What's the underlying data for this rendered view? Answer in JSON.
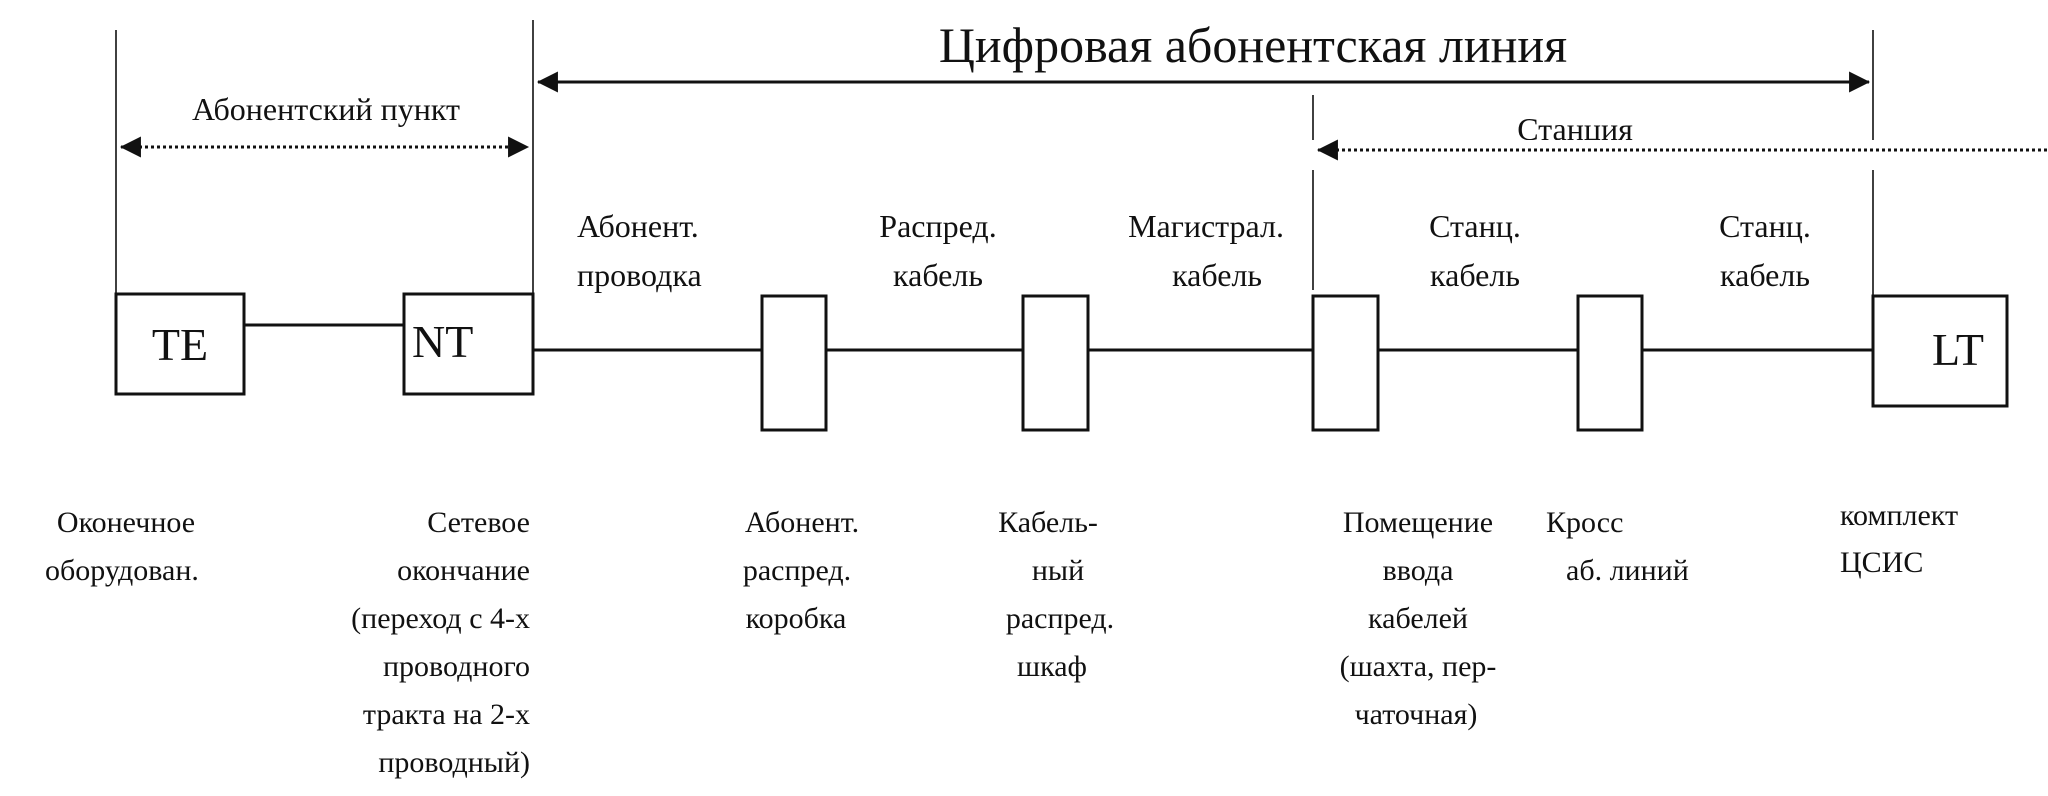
{
  "spans": {
    "digital_line": "Цифровая абонентская линия",
    "subscriber_point": "Абонентский пункт",
    "station": "Станция"
  },
  "segments": [
    {
      "line1": "Абонент.",
      "line2": "проводка"
    },
    {
      "line1": "Распред.",
      "line2": "кабель"
    },
    {
      "line1": "Магистрал.",
      "line2": "кабель"
    },
    {
      "line1": "Станц.",
      "line2": "кабель"
    },
    {
      "line1": "Станц.",
      "line2": "кабель"
    }
  ],
  "boxes": {
    "te": "TE",
    "nt": "NT",
    "lt": "LT"
  },
  "captions": {
    "te": [
      "Оконечное",
      "оборудован."
    ],
    "nt": [
      "Сетевое",
      "окончание",
      "(переход с 4-х",
      "проводного",
      "тракта на 2-х",
      "проводный)"
    ],
    "box1": [
      "Абонент.",
      "распред.",
      "коробка"
    ],
    "box2": [
      "Кабель-",
      "ный",
      "распред.",
      "шкаф"
    ],
    "box3": [
      "Помещение",
      "ввода",
      "кабелей",
      "(шахта, пер-",
      "чаточная)"
    ],
    "box4": [
      "Кросс",
      "аб. линий"
    ],
    "lt": [
      "комплект",
      "ЦСИС"
    ]
  }
}
